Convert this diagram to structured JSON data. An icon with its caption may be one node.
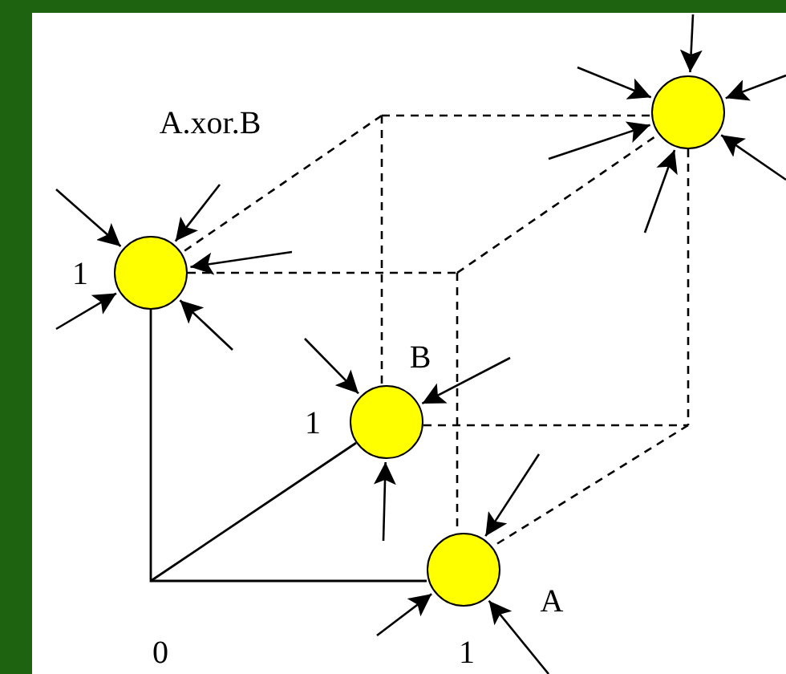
{
  "diagram": {
    "nodes": [
      {
        "text": [],
        "shape": "circle"
      },
      {
        "text": [],
        "shape": "circle"
      },
      {
        "text": [],
        "shape": "circle"
      },
      {
        "text": [],
        "shape": "circle"
      }
    ],
    "edges": [
      {
        "from": null,
        "to": 0,
        "arrow": "to"
      },
      {
        "from": null,
        "to": 0,
        "arrow": "to"
      },
      {
        "from": null,
        "to": 0,
        "arrow": "to"
      },
      {
        "from": null,
        "to": 0,
        "arrow": "to"
      },
      {
        "from": null,
        "to": 0,
        "arrow": "to"
      },
      {
        "from": null,
        "to": 0,
        "arrow": "to"
      },
      {
        "from": null,
        "to": 1,
        "arrow": "to"
      },
      {
        "from": null,
        "to": 1,
        "arrow": "to"
      },
      {
        "from": null,
        "to": 1,
        "arrow": "to"
      },
      {
        "from": null,
        "to": 1,
        "arrow": "to"
      },
      {
        "from": null,
        "to": 1,
        "arrow": "to"
      },
      {
        "from": null,
        "to": 2,
        "arrow": "to"
      },
      {
        "from": null,
        "to": 2,
        "arrow": "to"
      },
      {
        "from": null,
        "to": 2,
        "arrow": "to"
      },
      {
        "from": null,
        "to": 3,
        "arrow": "to"
      },
      {
        "from": null,
        "to": 3,
        "arrow": "to"
      },
      {
        "from": null,
        "to": 3,
        "arrow": "to"
      }
    ],
    "labels": [
      "A.xor.B",
      "1",
      "B",
      "1",
      "A",
      "0",
      "1"
    ]
  }
}
